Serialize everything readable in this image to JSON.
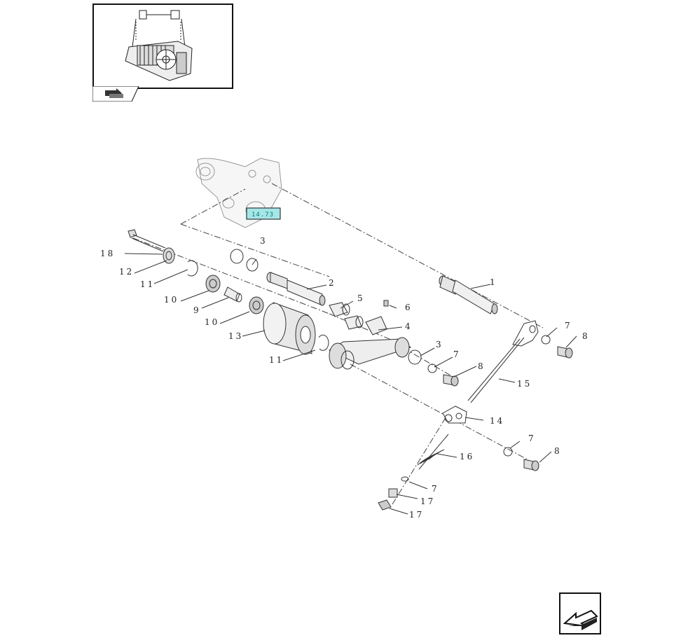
{
  "reference_tag": "14.73",
  "thumbnail": {
    "icon": "tractor-assembly-thumbnail",
    "tab_icon": "book-arrow-icon"
  },
  "nav": {
    "icon": "prev-page-arrow-icon"
  },
  "callouts": [
    {
      "id": "c1",
      "text": "1"
    },
    {
      "id": "c2",
      "text": "2"
    },
    {
      "id": "c3a",
      "text": "3"
    },
    {
      "id": "c3b",
      "text": "3"
    },
    {
      "id": "c4",
      "text": "4"
    },
    {
      "id": "c5",
      "text": "5"
    },
    {
      "id": "c6",
      "text": "6"
    },
    {
      "id": "c7a",
      "text": "7"
    },
    {
      "id": "c7b",
      "text": "7"
    },
    {
      "id": "c7c",
      "text": "7"
    },
    {
      "id": "c7d",
      "text": "7"
    },
    {
      "id": "c8a",
      "text": "8"
    },
    {
      "id": "c8b",
      "text": "8"
    },
    {
      "id": "c8c",
      "text": "8"
    },
    {
      "id": "c9",
      "text": "9"
    },
    {
      "id": "c10a",
      "text": "10"
    },
    {
      "id": "c10b",
      "text": "10"
    },
    {
      "id": "c11a",
      "text": "11"
    },
    {
      "id": "c11b",
      "text": "11"
    },
    {
      "id": "c12",
      "text": "12"
    },
    {
      "id": "c13",
      "text": "13"
    },
    {
      "id": "c14",
      "text": "14"
    },
    {
      "id": "c15",
      "text": "15"
    },
    {
      "id": "c16",
      "text": "16"
    },
    {
      "id": "c17a",
      "text": "17"
    },
    {
      "id": "c17b",
      "text": "17"
    },
    {
      "id": "c18",
      "text": "18"
    }
  ]
}
